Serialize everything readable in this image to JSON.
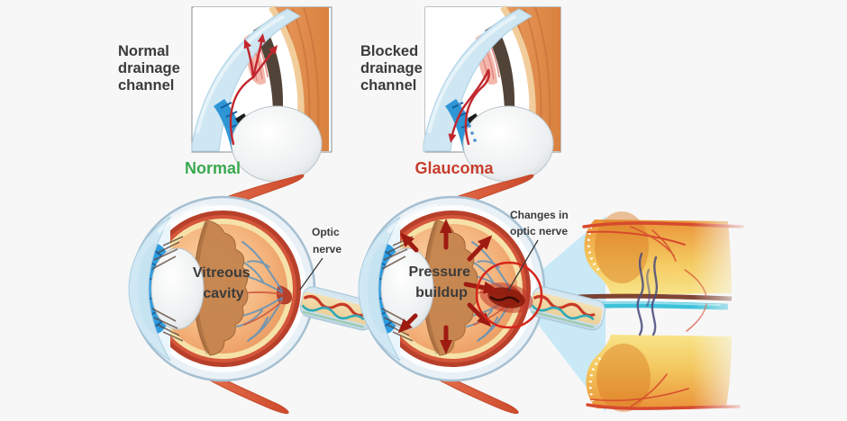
{
  "labels": {
    "inset_normal": {
      "line1": "Normal",
      "line2": "drainage",
      "line3": "channel"
    },
    "inset_blocked": {
      "line1": "Blocked",
      "line2": "drainage",
      "line3": "channel"
    },
    "eye_left_title": "Normal",
    "eye_right_title": "Glaucoma",
    "vitreous_line1": "Vitreous",
    "vitreous_line2": "cavity",
    "optic_line1": "Optic",
    "optic_line2": "nerve",
    "pressure_line1": "Pressure",
    "pressure_line2": "buildup",
    "changes_line1": "Changes in",
    "changes_line2": "optic nerve"
  },
  "colors": {
    "background": "#f7f7f7",
    "text_dark": "#3b3b3b",
    "normal_green": "#3aa84f",
    "glaucoma_red": "#c63d2c",
    "pressure_arrow": "#9e1b12",
    "highlight_circle": "#d6261b",
    "flow_arrow_red": "#c1272d",
    "inset_border": "#9aa0a6",
    "muscle_red": "#d95638",
    "vitreous_orange": "#f0a269",
    "choroid_red": "#c64a34",
    "retina_cream": "#f6e2a8",
    "sclera_blue": "#e9f1f7",
    "iris_blue": "#2e9bdf",
    "cone_blue": "#c6e8f6",
    "nerve_cyan": "#3ec2da"
  }
}
